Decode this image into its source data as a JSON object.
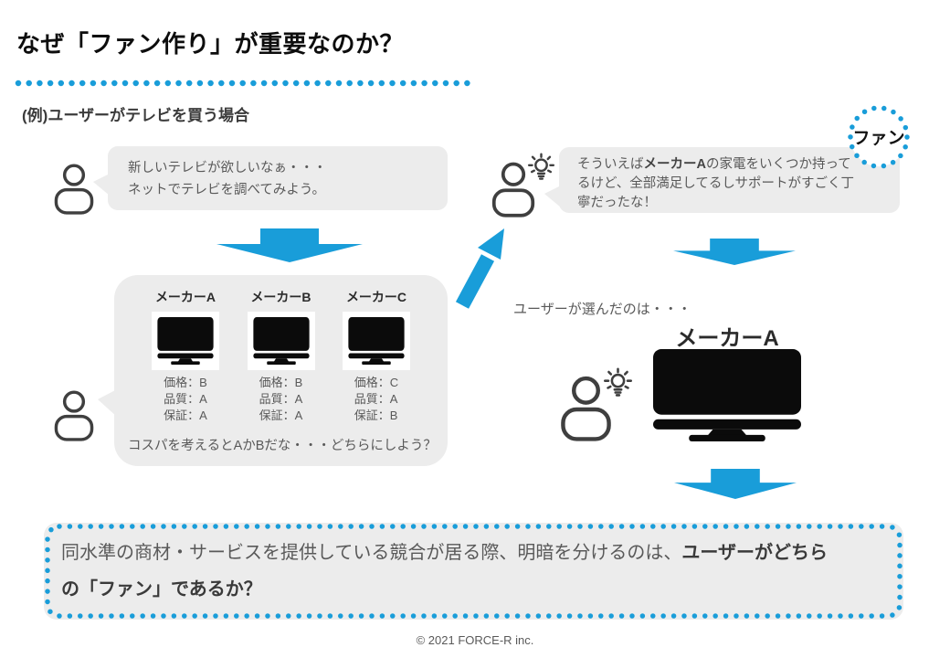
{
  "colors": {
    "accent_blue": "#199DD9",
    "bubble_gray": "#ECECEC",
    "text_gray": "#595959",
    "text_dark": "#2B2B2B",
    "icon_stroke": "#3F3F3F"
  },
  "title": "なぜ「ファン作り」が重要なのか？",
  "subtitle": "(例)ユーザーがテレビを買う場合",
  "fan_badge": "ファン",
  "bubble_search": {
    "line1": "新しいテレビが欲しいなぁ・・・",
    "line2": "ネットでテレビを調べてみよう。"
  },
  "bubble_recall": {
    "line1_pre": "そういえば",
    "line1_bold": "メーカーA",
    "line1_post": "の家電をいくつか持って",
    "line2": "るけど、全部満足してるしサポートがすごく丁",
    "line3": "寧だったな！"
  },
  "makers_box": {
    "columns": [
      {
        "name": "メーカーA",
        "specs": [
          "価格：B",
          "品質：A",
          "保証：A"
        ]
      },
      {
        "name": "メーカーB",
        "specs": [
          "価格：B",
          "品質：A",
          "保証：A"
        ]
      },
      {
        "name": "メーカーC",
        "specs": [
          "価格：C",
          "品質：A",
          "保証：B"
        ]
      }
    ],
    "thought": "コスパを考えるとAかBだな・・・どちらにしよう？"
  },
  "choice": {
    "caption": "ユーザーが選んだのは・・・",
    "maker": "メーカーA"
  },
  "conclusion": {
    "regular": "同水準の商材・サービスを提供している競合が居る際、明暗を分けるのは、",
    "bold_line1": "ユーザーがどちら",
    "bold_line2": "の「ファン」であるか？"
  },
  "footer": "© 2021 FORCE-R inc."
}
